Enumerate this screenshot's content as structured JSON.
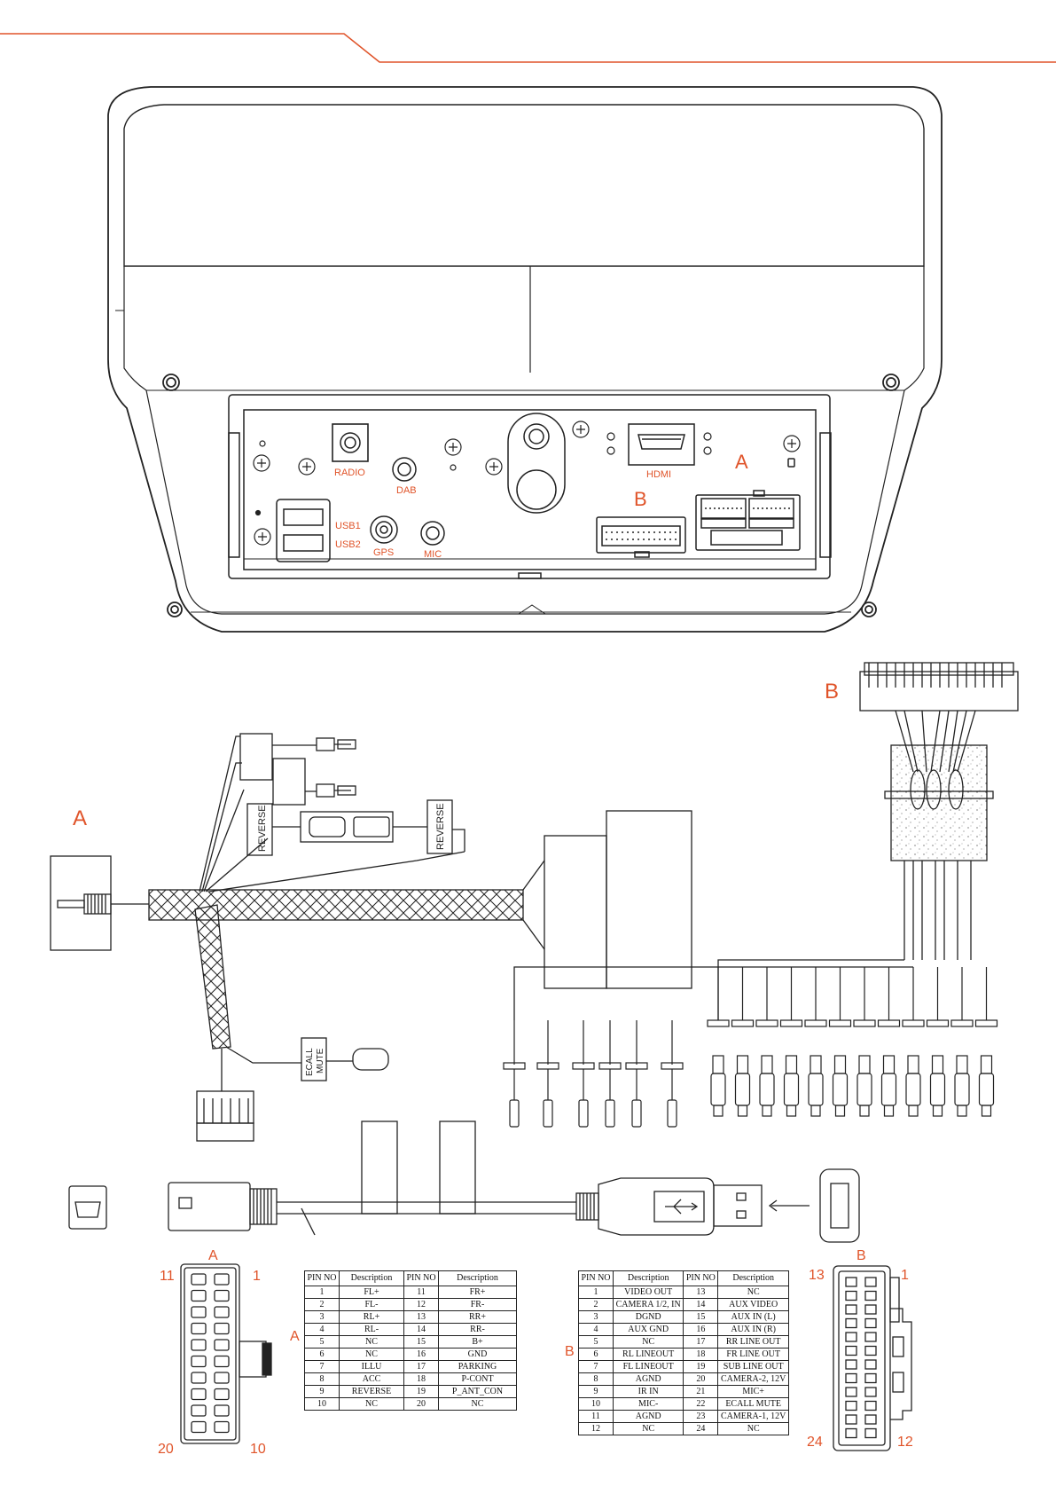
{
  "accent_color": "#e0542a",
  "device_labels": {
    "radio": "RADIO",
    "dab": "DAB",
    "usb1": "USB1",
    "usb2": "USB2",
    "gps": "GPS",
    "mic": "MIC",
    "hdmi": "HDMI",
    "connector_a": "A",
    "connector_b": "B"
  },
  "harness": {
    "label_a": "A",
    "label_b": "B",
    "reverse_1": "REVERSE",
    "reverse_2": "REVERSE",
    "ecall_mute_1": "ECALL",
    "ecall_mute_2": "MUTE"
  },
  "connector_a": {
    "title": "A",
    "pin_11": "11",
    "pin_1": "1",
    "pin_20": "20",
    "pin_10": "10"
  },
  "connector_b": {
    "title": "B",
    "pin_13": "13",
    "pin_1": "1",
    "pin_24": "24",
    "pin_12": "12"
  },
  "table_a": {
    "letter": "A",
    "headers": [
      "PIN NO",
      "Description",
      "PIN NO",
      "Description"
    ],
    "rows": [
      [
        "1",
        "FL+",
        "11",
        "FR+"
      ],
      [
        "2",
        "FL-",
        "12",
        "FR-"
      ],
      [
        "3",
        "RL+",
        "13",
        "RR+"
      ],
      [
        "4",
        "RL-",
        "14",
        "RR-"
      ],
      [
        "5",
        "NC",
        "15",
        "B+"
      ],
      [
        "6",
        "NC",
        "16",
        "GND"
      ],
      [
        "7",
        "ILLU",
        "17",
        "PARKING"
      ],
      [
        "8",
        "ACC",
        "18",
        "P-CONT"
      ],
      [
        "9",
        "REVERSE",
        "19",
        "P_ANT_CON"
      ],
      [
        "10",
        "NC",
        "20",
        "NC"
      ]
    ]
  },
  "table_b": {
    "letter": "B",
    "headers": [
      "PIN NO",
      "Description",
      "PIN NO",
      "Description"
    ],
    "rows": [
      [
        "1",
        "VIDEO OUT",
        "13",
        "NC"
      ],
      [
        "2",
        "CAMERA 1/2, IN",
        "14",
        "AUX VIDEO"
      ],
      [
        "3",
        "DGND",
        "15",
        "AUX IN (L)"
      ],
      [
        "4",
        "AUX GND",
        "16",
        "AUX IN (R)"
      ],
      [
        "5",
        "NC",
        "17",
        "RR LINE OUT"
      ],
      [
        "6",
        "RL LINEOUT",
        "18",
        "FR LINE OUT"
      ],
      [
        "7",
        "FL LINEOUT",
        "19",
        "SUB LINE OUT"
      ],
      [
        "8",
        "AGND",
        "20",
        "CAMERA-2, 12V"
      ],
      [
        "9",
        "IR IN",
        "21",
        "MIC+"
      ],
      [
        "10",
        "MIC-",
        "22",
        "ECALL MUTE"
      ],
      [
        "11",
        "AGND",
        "23",
        "CAMERA-1, 12V"
      ],
      [
        "12",
        "NC",
        "24",
        "NC"
      ]
    ]
  }
}
